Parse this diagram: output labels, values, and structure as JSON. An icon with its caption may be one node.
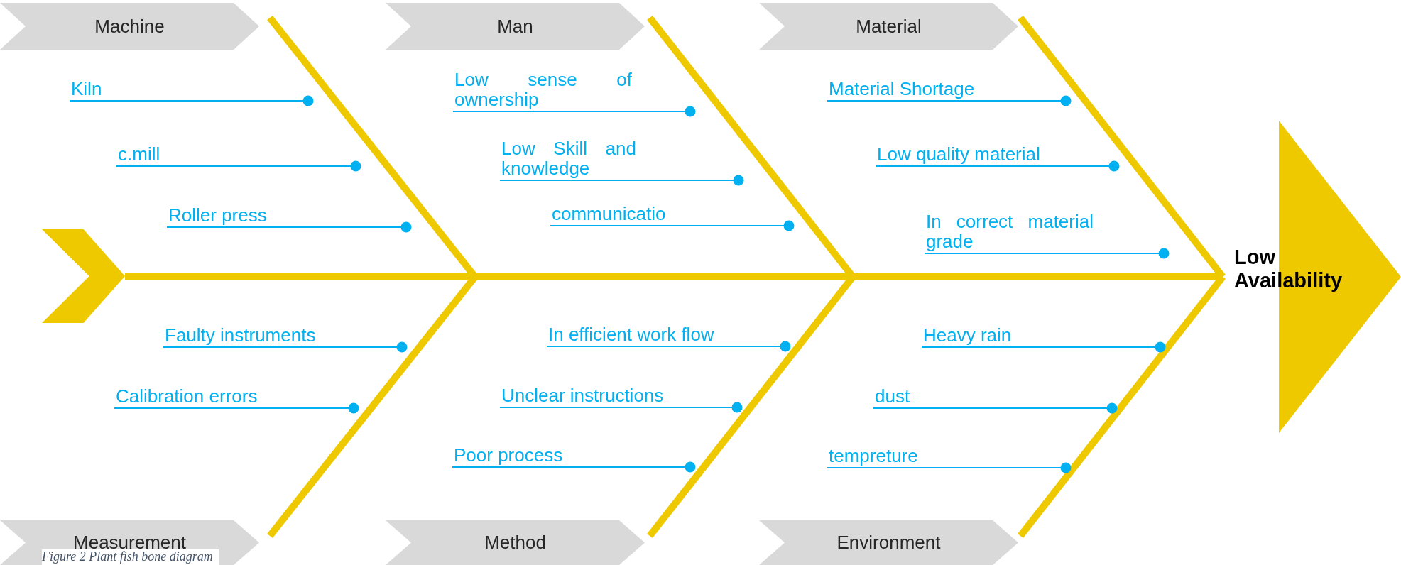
{
  "diagram": {
    "caption": "Figure 2 Plant fish bone diagram",
    "nodes": [
      {
        "text": [
          "Machine"
        ]
      },
      {
        "text": [
          "Man"
        ]
      },
      {
        "text": [
          "Material"
        ]
      },
      {
        "text": [
          "Kiln"
        ]
      },
      {
        "text": [
          "c.mill"
        ]
      },
      {
        "text": [
          "Roller press"
        ]
      },
      {
        "text": [
          "Low sense of ownership"
        ]
      },
      {
        "text": [
          "Low Skill and knowledge"
        ]
      },
      {
        "text": [
          "communicatio"
        ]
      },
      {
        "text": [
          "Material Shortage"
        ]
      },
      {
        "text": [
          "Low quality material"
        ]
      },
      {
        "text": [
          "In correct material grade"
        ]
      },
      {
        "text": [],
        "shape": "chevron"
      },
      {
        "text": [
          "Low Availability"
        ]
      },
      {
        "text": [
          "Faulty instruments"
        ]
      },
      {
        "text": [
          "Calibration errors"
        ]
      },
      {
        "text": [
          "In efficient work flow"
        ]
      },
      {
        "text": [
          "Unclear instructions"
        ]
      },
      {
        "text": [
          "Poor process"
        ]
      },
      {
        "text": [
          "Heavy rain"
        ]
      },
      {
        "text": [
          "dust"
        ]
      },
      {
        "text": [
          "tempreture"
        ]
      },
      {
        "text": [
          "Measurement"
        ]
      },
      {
        "text": [
          "Method"
        ]
      },
      {
        "text": [
          "Environment"
        ]
      }
    ],
    "edges": [
      {
        "from": 12,
        "to": 13,
        "arrow": "none",
        "style": "thick",
        "color": "#efc900"
      },
      {
        "from": 0,
        "to": null,
        "arrow": "none",
        "style": "thick",
        "color": "#efc900"
      },
      {
        "from": 1,
        "to": null,
        "arrow": "none",
        "style": "thick",
        "color": "#efc900"
      },
      {
        "from": 2,
        "to": 13,
        "arrow": "none",
        "style": "thick",
        "color": "#efc900"
      },
      {
        "from": 22,
        "to": null,
        "arrow": "none",
        "style": "thick",
        "color": "#efc900"
      },
      {
        "from": 23,
        "to": null,
        "arrow": "none",
        "style": "thick",
        "color": "#efc900"
      },
      {
        "from": 24,
        "to": 13,
        "arrow": "none",
        "style": "thick",
        "color": "#efc900"
      },
      {
        "from": 3,
        "to": null,
        "arrow": "other"
      },
      {
        "from": 4,
        "to": null,
        "arrow": "other"
      },
      {
        "from": 5,
        "to": null,
        "arrow": "other"
      },
      {
        "from": 6,
        "to": null,
        "arrow": "other"
      },
      {
        "from": 7,
        "to": null,
        "arrow": "other"
      },
      {
        "from": 8,
        "to": null,
        "arrow": "other"
      },
      {
        "from": 9,
        "to": null,
        "arrow": "other"
      },
      {
        "from": 10,
        "to": null,
        "arrow": "other"
      },
      {
        "from": 11,
        "to": null,
        "arrow": "other"
      },
      {
        "from": 14,
        "to": null,
        "arrow": "other"
      },
      {
        "from": 15,
        "to": null,
        "arrow": "other"
      },
      {
        "from": 16,
        "to": null,
        "arrow": "other"
      },
      {
        "from": 17,
        "to": null,
        "arrow": "other"
      },
      {
        "from": 18,
        "to": null,
        "arrow": "other"
      },
      {
        "from": 19,
        "to": null,
        "arrow": "other"
      },
      {
        "from": 20,
        "to": null,
        "arrow": "other"
      },
      {
        "from": 21,
        "to": null,
        "arrow": "other"
      }
    ]
  }
}
